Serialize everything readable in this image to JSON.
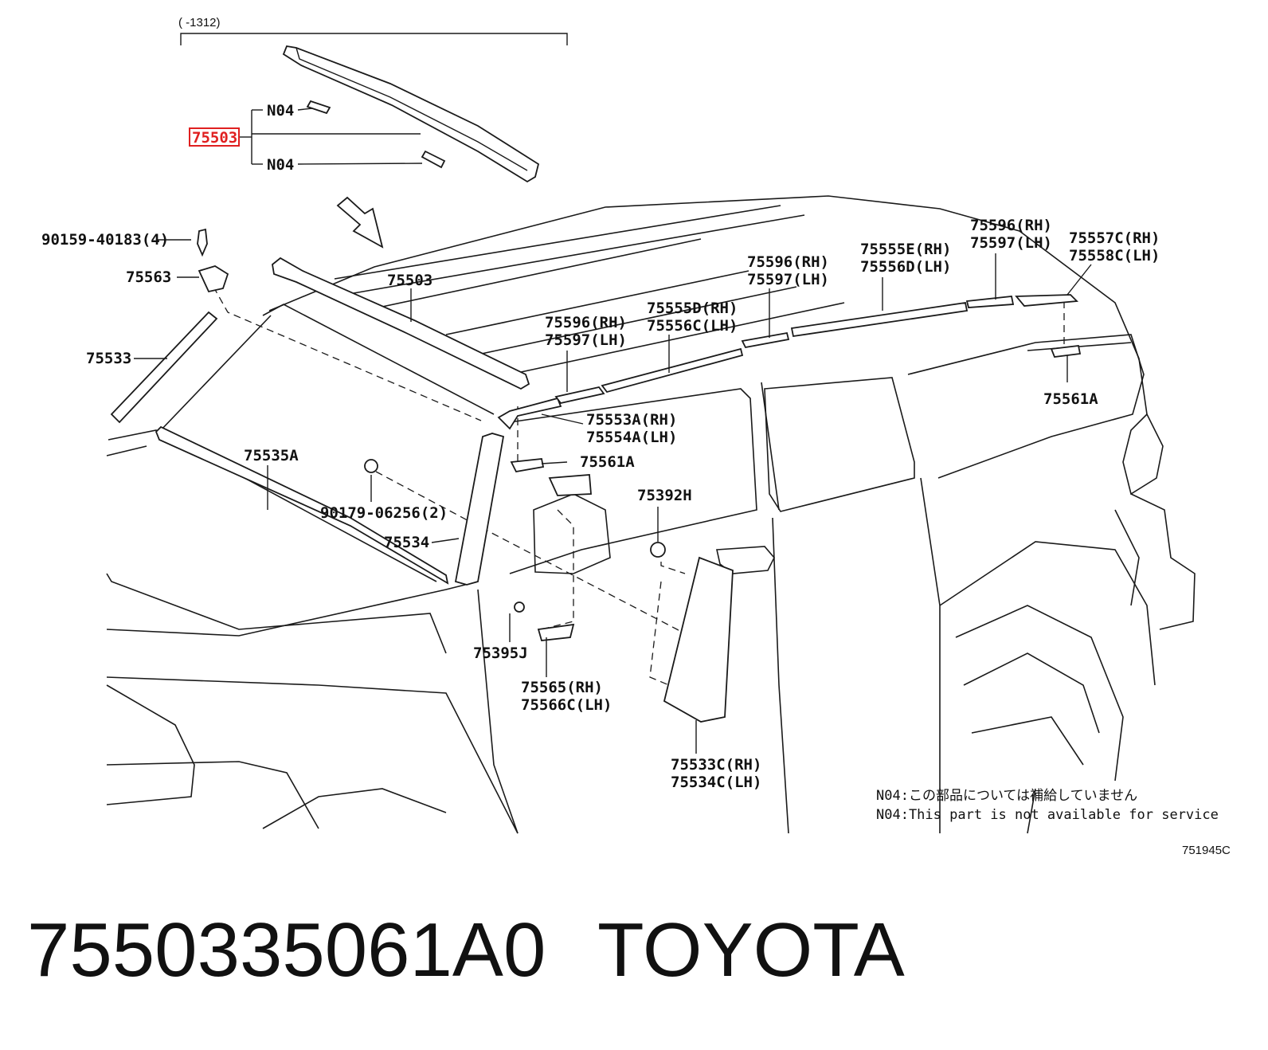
{
  "bracket_note": "(    -1312)",
  "highlight_color": "#e02020",
  "labels": {
    "n04_top": "N04",
    "n04_bottom": "N04",
    "p75503_highlight": "75503",
    "p90159": "90159-40183(4)",
    "p75563": "75563",
    "p75503": "75503",
    "p75533": "75533",
    "p75535A": "75535A",
    "p90179": "90179-06256(2)",
    "p75534": "75534",
    "p75395J": "75395J",
    "p75565_1": "75565(RH)",
    "p75565_2": "75566C(LH)",
    "p75561A_front": "75561A",
    "p75553_1": "75553A(RH)",
    "p75553_2": "75554A(LH)",
    "p75596a_1": "75596(RH)",
    "p75596a_2": "75597(LH)",
    "p75555D_1": "75555D(RH)",
    "p75555D_2": "75556C(LH)",
    "p75596b_1": "75596(RH)",
    "p75596b_2": "75597(LH)",
    "p75555E_1": "75555E(RH)",
    "p75555E_2": "75556D(LH)",
    "p75596c_1": "75596(RH)",
    "p75596c_2": "75597(LH)",
    "p75557_1": "75557C(RH)",
    "p75557_2": "75558C(LH)",
    "p75561A_rear": "75561A",
    "p75392H": "75392H",
    "p75533C_1": "75533C(RH)",
    "p75533C_2": "75534C(LH)"
  },
  "notes": {
    "jp": "N04:この部品については補給していません",
    "en": "N04:This part is not available for service"
  },
  "figure_number": "751945C",
  "part_number": "7550335061A0",
  "brand": "TOYOTA"
}
